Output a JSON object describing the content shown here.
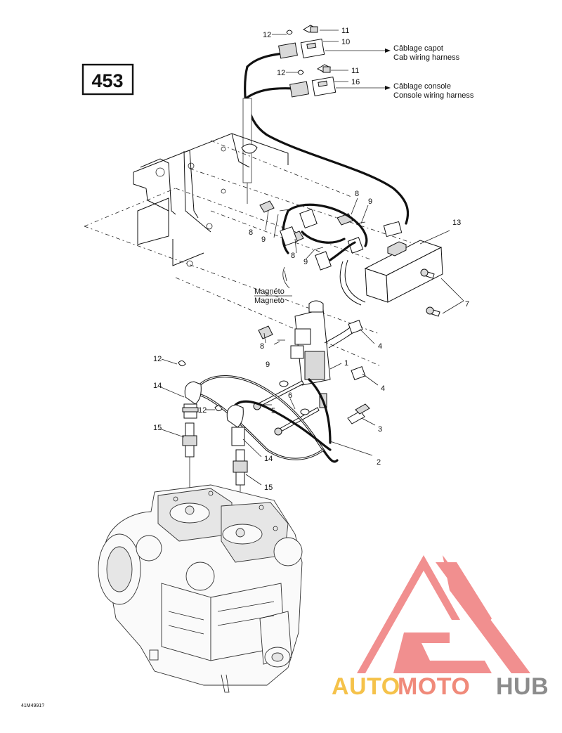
{
  "diagram": {
    "reference_number": "453",
    "drawing_code": "41M4991?",
    "labels": {
      "cab_fr": "Câblage capot",
      "cab_en": "Cab wiring harness",
      "console_fr": "Câblage console",
      "console_en": "Console wiring harness",
      "magneto_fr": "Magnéto",
      "magneto_en": "Magneto"
    },
    "callouts": [
      "1",
      "2",
      "3",
      "4",
      "4",
      "5",
      "6",
      "7",
      "8",
      "8",
      "8",
      "8",
      "9",
      "9",
      "9",
      "9",
      "10",
      "11",
      "11",
      "12",
      "12",
      "12",
      "12",
      "13",
      "14",
      "14",
      "15",
      "15",
      "16"
    ]
  },
  "watermark": {
    "part1": "AUTO",
    "part2": "MOTO",
    "part3": "HUB",
    "color_logo": "#f08080",
    "color_auto": "#f5c24a",
    "color_moto": "#f08a7a",
    "color_hub": "#8c8c8c"
  }
}
